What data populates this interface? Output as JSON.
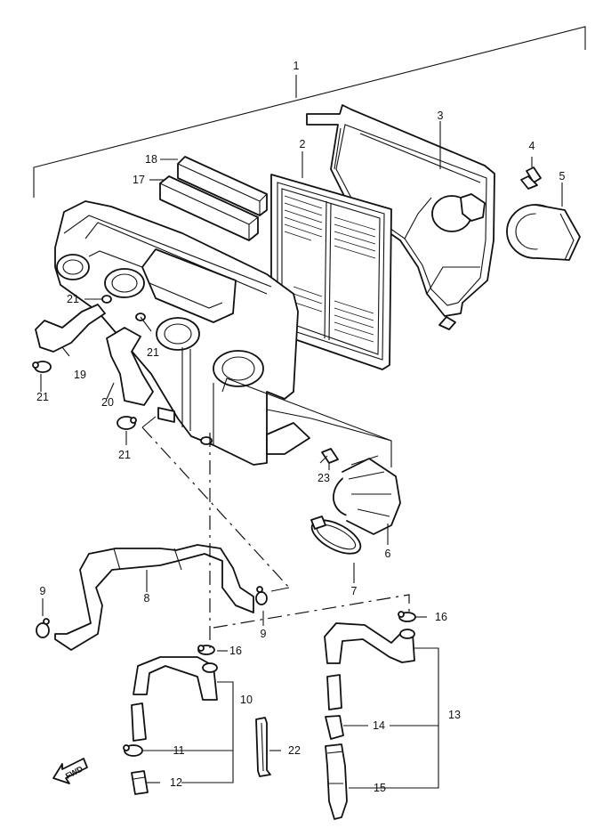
{
  "callouts": [
    {
      "id": "1",
      "label": "1"
    },
    {
      "id": "2",
      "label": "2"
    },
    {
      "id": "3",
      "label": "3"
    },
    {
      "id": "4",
      "label": "4"
    },
    {
      "id": "5",
      "label": "5"
    },
    {
      "id": "6",
      "label": "6"
    },
    {
      "id": "7",
      "label": "7"
    },
    {
      "id": "8",
      "label": "8"
    },
    {
      "id": "9a",
      "label": "9"
    },
    {
      "id": "9b",
      "label": "9"
    },
    {
      "id": "10",
      "label": "10"
    },
    {
      "id": "11",
      "label": "11"
    },
    {
      "id": "12",
      "label": "12"
    },
    {
      "id": "13",
      "label": "13"
    },
    {
      "id": "14",
      "label": "14"
    },
    {
      "id": "15",
      "label": "15"
    },
    {
      "id": "16a",
      "label": "16"
    },
    {
      "id": "16b",
      "label": "16"
    },
    {
      "id": "17",
      "label": "17"
    },
    {
      "id": "18",
      "label": "18"
    },
    {
      "id": "19",
      "label": "19"
    },
    {
      "id": "20",
      "label": "20"
    },
    {
      "id": "21a",
      "label": "21"
    },
    {
      "id": "21b",
      "label": "21"
    },
    {
      "id": "21c",
      "label": "21"
    },
    {
      "id": "21d",
      "label": "21"
    },
    {
      "id": "22",
      "label": "22"
    },
    {
      "id": "23",
      "label": "23"
    }
  ],
  "direction_marker": {
    "label": "FWD",
    "icon": "forward-arrow-icon"
  }
}
